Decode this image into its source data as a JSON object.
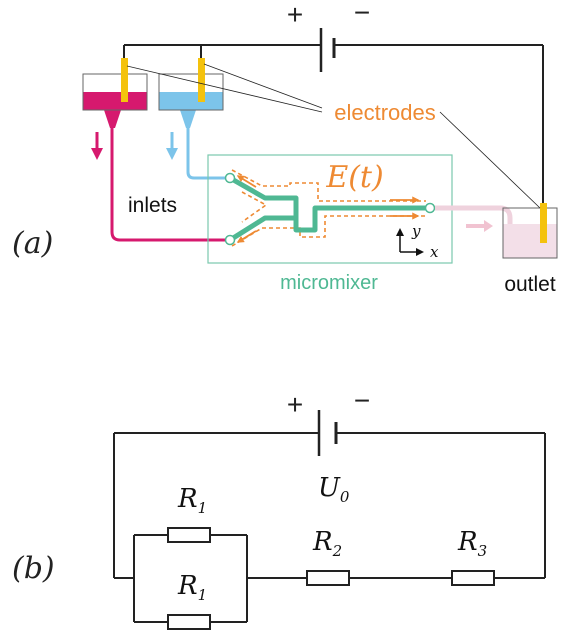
{
  "panel_a": {
    "label": "(a)",
    "plus": "+",
    "minus": "−",
    "electrodes_label": "electrodes",
    "field_label": "E(t)",
    "inlets_label": "inlets",
    "micromixer_label": "micromixer",
    "outlet_label": "outlet",
    "axis_y": "y",
    "axis_x": "x"
  },
  "panel_b": {
    "label": "(b)",
    "plus": "+",
    "minus": "−",
    "source_label": "U",
    "source_sub": "0",
    "r1_top": "R",
    "r1_top_sub": "1",
    "r1_bottom": "R",
    "r1_bottom_sub": "1",
    "r2": "R",
    "r2_sub": "2",
    "r3": "R",
    "r3_sub": "3"
  },
  "colors": {
    "magenta": "#d6196e",
    "blue": "#7cc4ea",
    "orange": "#ee8a33",
    "green": "#4fb893",
    "teal_box": "#7ac9ae",
    "electrode": "#f4c20d",
    "outlet_fluid": "#f3dfe8",
    "wire": "#222222"
  }
}
